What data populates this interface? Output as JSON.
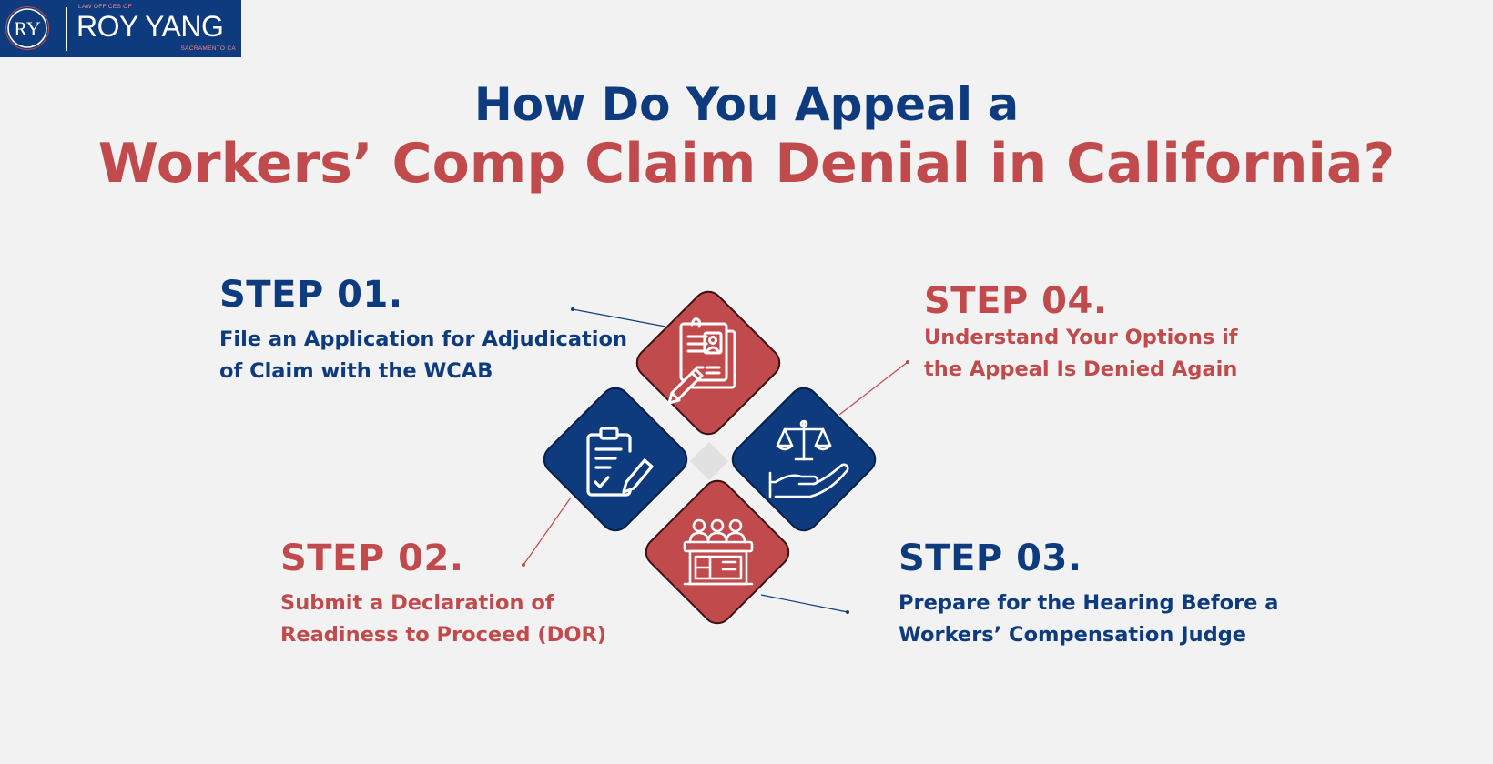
{
  "logo": {
    "monogram": "RY",
    "pretitle": "LAW OFFICES OF",
    "name": "ROY YANG",
    "city": "SACRAMENTO CA"
  },
  "title": {
    "line1": "How Do You Appeal a",
    "line2": "Workers’ Comp Claim Denial in California?"
  },
  "steps": [
    {
      "label": "STEP 01.",
      "desc_lines": [
        "File an Application for Adjudication",
        "of Claim with the WCAB"
      ],
      "color": "#0e3b7d",
      "icon": "document-pencil-icon"
    },
    {
      "label": "STEP 02.",
      "desc_lines": [
        "Submit a Declaration of",
        "Readiness to Proceed (DOR)"
      ],
      "color": "#c14b4c",
      "icon": "clipboard-checklist-icon"
    },
    {
      "label": "STEP 03.",
      "desc_lines": [
        "Prepare for the Hearing Before a",
        "Workers’ Compensation Judge"
      ],
      "color": "#0e3b7d",
      "icon": "courtroom-hearing-icon"
    },
    {
      "label": "STEP 04.",
      "desc_lines": [
        "Understand Your Options if",
        "the Appeal Is Denied Again"
      ],
      "color": "#c14b4c",
      "icon": "scales-hand-icon"
    }
  ],
  "colors": {
    "navy": "#0e3b7d",
    "red": "#c14b4c",
    "background": "#f2f2f2"
  }
}
